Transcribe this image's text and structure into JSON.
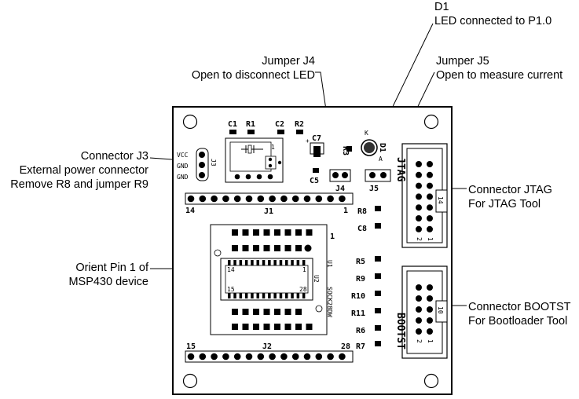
{
  "callouts": {
    "d1_title": "D1",
    "d1_desc": "LED connected to P1.0",
    "j4_title": "Jumper J4",
    "j4_desc": "Open to disconnect LED",
    "j5_title": "Jumper J5",
    "j5_desc": "Open to measure current",
    "j3_title": "Connector J3",
    "j3_desc1": "External power connector",
    "j3_desc2": "Remove R8 and jumper R9",
    "jtag_title": "Connector JTAG",
    "jtag_desc": "For JTAG Tool",
    "pin1_title": "Orient Pin 1 of",
    "pin1_desc": "MSP430 device",
    "bootst_title": "Connector BOOTST",
    "bootst_desc": "For Bootloader Tool"
  },
  "board": {
    "c1": "C1",
    "r1": "R1",
    "c2": "C2",
    "r2": "R2",
    "c7": "C7",
    "c7_plus": "+",
    "r3": "R3",
    "c5": "C5",
    "j4": "J4",
    "j5": "J5",
    "d1": "D1",
    "k": "K",
    "a": "A",
    "vcc": "VCC",
    "gnd1": "GND",
    "gnd2": "GND",
    "j3": "J3",
    "j1": "J1",
    "j1_left": "14",
    "j1_right": "1",
    "j2": "J2",
    "j2_left": "15",
    "j2_right": "28",
    "r8": "R8",
    "c8": "C8",
    "r5": "R5",
    "r9": "R9",
    "r10": "R10",
    "r11": "R11",
    "r6": "R6",
    "r7": "R7",
    "socket_pin1": "1",
    "u1": "U1",
    "u2": "U2",
    "sock": "SOCK28DW",
    "ic_14": "14",
    "ic_1": "1",
    "ic_15": "15",
    "ic_28": "28",
    "jtag": "JTAG",
    "jtag_14": "14",
    "jtag_1": "1",
    "jtag_2": "2",
    "bootst": "BOOTST",
    "bootst_10": "10",
    "bootst_1": "1",
    "bootst_2": "2",
    "pot_mark": "1"
  }
}
